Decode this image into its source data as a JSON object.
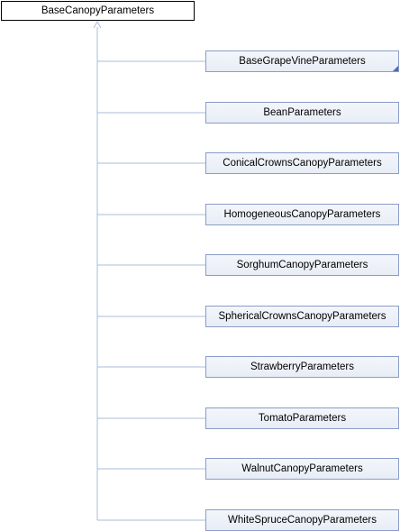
{
  "diagram": {
    "base_class": {
      "label": "BaseCanopyParameters"
    },
    "derived_classes": [
      {
        "label": "BaseGrapeVineParameters",
        "has_children_marker": true
      },
      {
        "label": "BeanParameters",
        "has_children_marker": false
      },
      {
        "label": "ConicalCrownsCanopyParameters",
        "has_children_marker": false
      },
      {
        "label": "HomogeneousCanopyParameters",
        "has_children_marker": false
      },
      {
        "label": "SorghumCanopyParameters",
        "has_children_marker": false
      },
      {
        "label": "SphericalCrownsCanopyParameters",
        "has_children_marker": false
      },
      {
        "label": "StrawberryParameters",
        "has_children_marker": false
      },
      {
        "label": "TomatoParameters",
        "has_children_marker": false
      },
      {
        "label": "WalnutCanopyParameters",
        "has_children_marker": false
      },
      {
        "label": "WhiteSpruceCanopyParameters",
        "has_children_marker": false
      }
    ],
    "colors": {
      "connector": "#a8bcd8",
      "node_border": "#8a9cc7",
      "marker": "#4a6bb5"
    }
  }
}
